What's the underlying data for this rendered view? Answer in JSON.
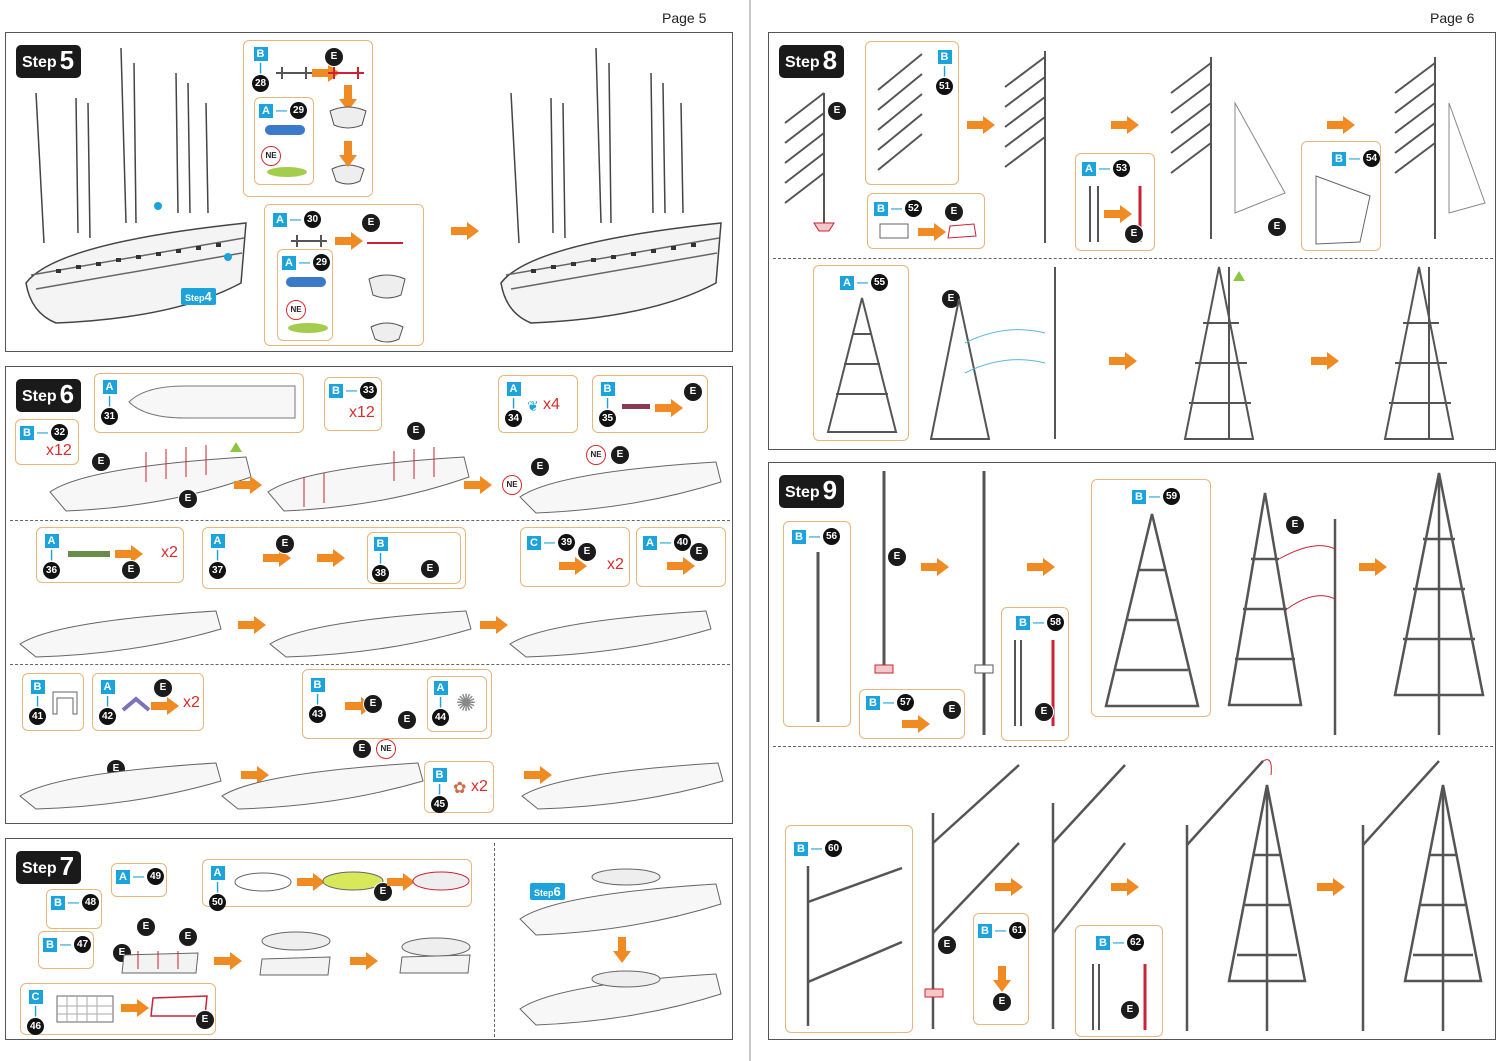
{
  "pages": {
    "left": "Page 5",
    "right": "Page 6"
  },
  "step_word": "Step",
  "steps": {
    "s5": "5",
    "s6": "6",
    "s7": "7",
    "s8": "8",
    "s9": "9"
  },
  "refs": {
    "step4": "4",
    "step6": "6"
  },
  "sheets": {
    "a": "A",
    "b": "B",
    "c": "C"
  },
  "marks": {
    "e": "E",
    "ne": "NE"
  },
  "parts": {
    "p28": "28",
    "p29": "29",
    "p30": "30",
    "p31": "31",
    "p32": "32",
    "p33": "33",
    "p34": "34",
    "p35": "35",
    "p36": "36",
    "p37": "37",
    "p38": "38",
    "p39": "39",
    "p40": "40",
    "p41": "41",
    "p42": "42",
    "p43": "43",
    "p44": "44",
    "p45": "45",
    "p46": "46",
    "p47": "47",
    "p48": "48",
    "p49": "49",
    "p50": "50",
    "p51": "51",
    "p52": "52",
    "p53": "53",
    "p54": "54",
    "p55": "55",
    "p56": "56",
    "p57": "57",
    "p58": "58",
    "p59": "59",
    "p60": "60",
    "p61": "61",
    "p62": "62"
  },
  "multipliers": {
    "x12": "x12",
    "x4": "x4",
    "x2": "x2"
  },
  "colors": {
    "accent_orange": "#f08a23",
    "sheet_blue": "#1ca3dc",
    "warning_red": "#d92b2b",
    "callout_border": "#e8b77a",
    "green_marker": "#8cc63f"
  }
}
